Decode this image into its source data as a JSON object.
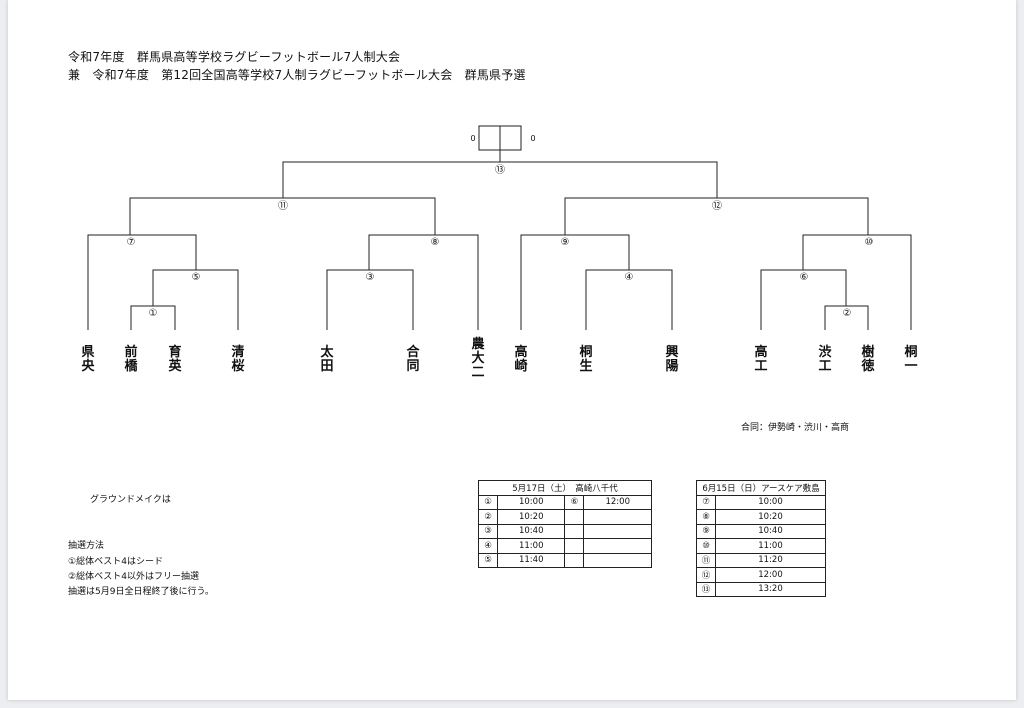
{
  "title": {
    "line1": "令和7年度　群馬県高等学校ラグビーフットボール7人制大会",
    "line2": "兼　令和7年度　第12回全国高等学校7人制ラグビーフットボール大会　群馬県予選"
  },
  "final": {
    "left_score": "0",
    "right_score": "0"
  },
  "match_labels": [
    "①",
    "②",
    "③",
    "④",
    "⑤",
    "⑥",
    "⑦",
    "⑧",
    "⑨",
    "⑩",
    "⑪",
    "⑫",
    "⑬"
  ],
  "teams": [
    "県央",
    "前橋",
    "育英",
    "清桜",
    "太田",
    "合同",
    "農大二",
    "高崎",
    "桐生",
    "興陽",
    "高工",
    "渋工",
    "樹徳",
    "桐一"
  ],
  "notes": {
    "joint": "合同：伊勢崎・渋川・高商",
    "ground": "グラウンドメイクは",
    "lottery_title": "抽選方法",
    "lottery_1": "①総体ベスト4はシード",
    "lottery_2": "②総体ベスト4以外はフリー抽選",
    "lottery_3": "抽選は5月9日全日程終了後に行う。"
  },
  "schedule1": {
    "header": "5月17日（土）　高崎八千代",
    "rows": [
      {
        "num": "①",
        "time": "10:00",
        "num2": "⑥",
        "time2": "12:00"
      },
      {
        "num": "②",
        "time": "10:20",
        "num2": "",
        "time2": ""
      },
      {
        "num": "③",
        "time": "10:40",
        "num2": "",
        "time2": ""
      },
      {
        "num": "④",
        "time": "11:00",
        "num2": "",
        "time2": ""
      },
      {
        "num": "⑤",
        "time": "11:40",
        "num2": "",
        "time2": ""
      }
    ]
  },
  "schedule2": {
    "header": "6月15日（日）アースケア敷島",
    "rows": [
      {
        "num": "⑦",
        "time": "10:00"
      },
      {
        "num": "⑧",
        "time": "10:20"
      },
      {
        "num": "⑨",
        "time": "10:40"
      },
      {
        "num": "⑩",
        "time": "11:00"
      },
      {
        "num": "⑪",
        "time": "11:20"
      },
      {
        "num": "⑫",
        "time": "12:00"
      },
      {
        "num": "⑬",
        "time": "13:20"
      }
    ]
  }
}
